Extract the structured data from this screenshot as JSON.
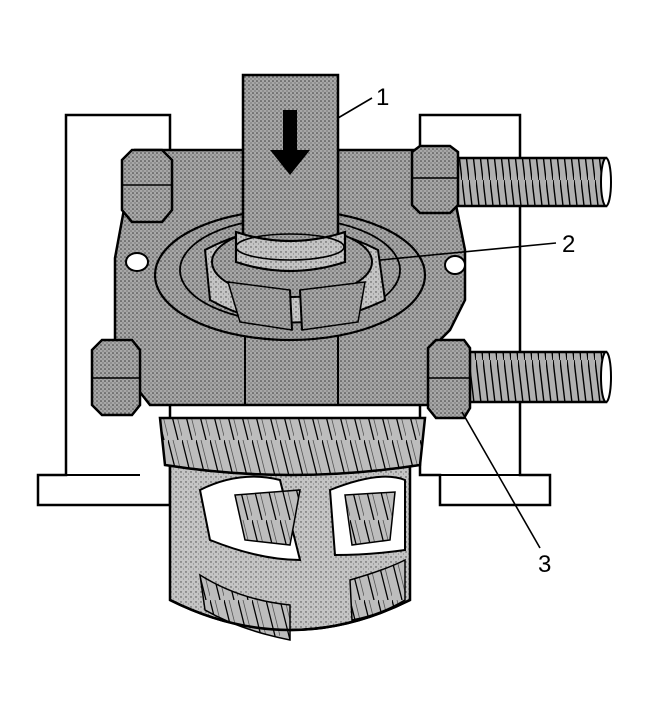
{
  "callouts": [
    {
      "label": "1",
      "part": "driver-bar"
    },
    {
      "label": "2",
      "part": "bearing-race"
    },
    {
      "label": "3",
      "part": "bearing-separator"
    }
  ],
  "colors": {
    "line": "#000000",
    "background": "#ffffff",
    "stipple_base": "#9a9a9a",
    "stipple_dot": "#3a3a3a"
  },
  "icons": [
    "down-arrow-icon"
  ]
}
